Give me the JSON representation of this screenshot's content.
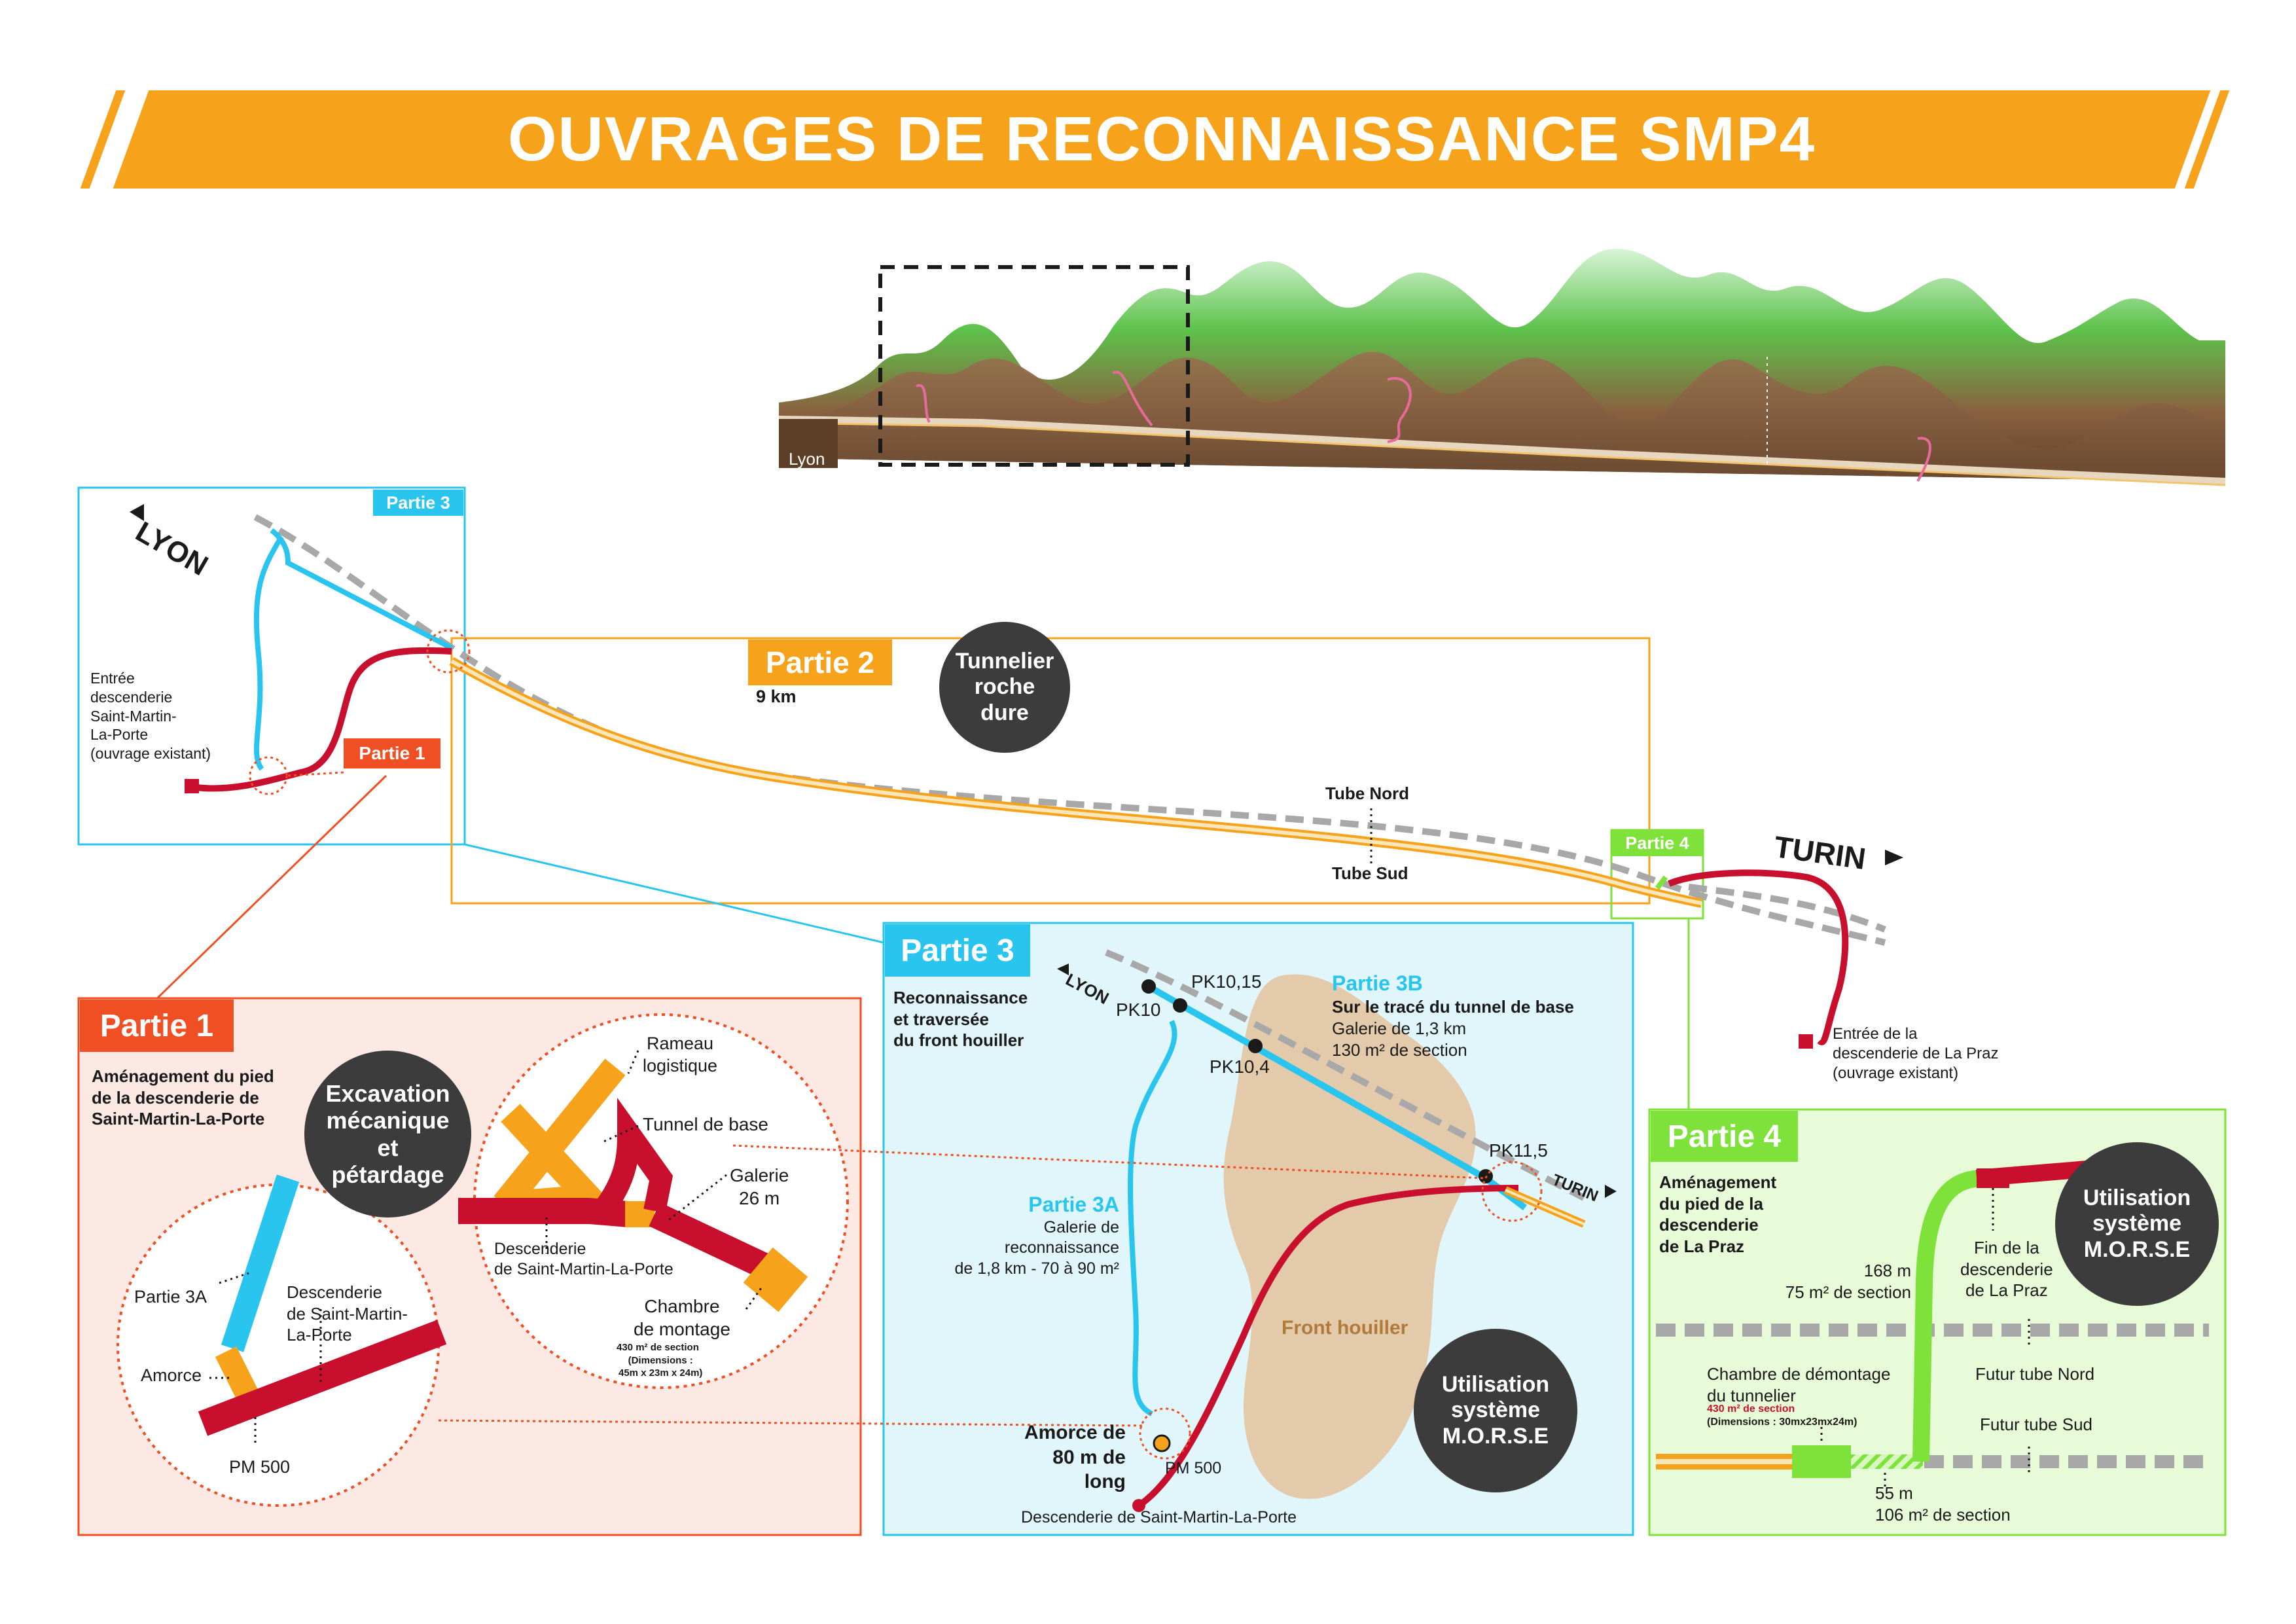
{
  "title": "OUVRAGES DE RECONNAISSANCE SMP4",
  "colors": {
    "orange": "#f7a21b",
    "red": "#c8102e",
    "redorange": "#f04e23",
    "cyan": "#29c5ee",
    "green": "#7ee23a",
    "gray": "#a8a8a8",
    "dark": "#3c3c3c"
  },
  "profile": {
    "lyon_label": "Lyon"
  },
  "overview": {
    "lyon": "LYON",
    "turin": "TURIN",
    "partie3_tag": "Partie 3",
    "partie1_tag": "Partie 1",
    "partie2_tag": "Partie 2",
    "partie2_len": "9 km",
    "tunnelier": "Tunnelier roche dure",
    "tube_nord": "Tube Nord",
    "tube_sud": "Tube Sud",
    "partie4_tag": "Partie 4",
    "entree_smlp": "Entrée\ndescenderie\nSaint-Martin-\nLa-Porte\n(ouvrage existant)",
    "entree_lapraz": "Entrée de la\ndescenderie de La Praz\n(ouvrage existant)"
  },
  "p1": {
    "tag": "Partie 1",
    "desc": "Aménagement du pied\nde la descenderie de\nSaint-Martin-La-Porte",
    "badge": "Excavation mécanique et pétardage",
    "partie3a": "Partie 3A",
    "descenderie": "Descenderie\nde Saint-Martin-\nLa-Porte",
    "amorce": "Amorce",
    "pm500": "PM 500",
    "rameau": "Rameau\nlogistique",
    "tunnel_base": "Tunnel de base",
    "galerie": "Galerie\n26 m",
    "desc_smlp": "Descenderie\nde Saint-Martin-La-Porte",
    "chambre": "Chambre\nde montage",
    "chambre_sec": "430 m² de section",
    "chambre_dim": "(Dimensions :\n45m x 23m x 24m)"
  },
  "p3": {
    "tag": "Partie 3",
    "desc": "Reconnaissance\net traversée\ndu front houiller",
    "lyon": "LYON",
    "pk10": "PK10",
    "pk1015": "PK10,15",
    "pk104": "PK10,4",
    "pk115": "PK11,5",
    "turin": "TURIN",
    "p3b_title": "Partie 3B",
    "p3b_sub": "Sur le tracé du tunnel de base",
    "p3b_text": "Galerie de 1,3 km\n130 m² de section",
    "p3a_title": "Partie 3A",
    "p3a_text": "Galerie de\nreconnaissance\nde 1,8 km - 70 à 90 m²",
    "front": "Front houiller",
    "amorce": "Amorce de\n80 m de long",
    "pm500": "PM 500",
    "descenderie": "Descenderie de Saint-Martin-La-Porte",
    "badge": "Utilisation système M.O.R.S.E"
  },
  "p4": {
    "tag": "Partie 4",
    "desc": "Aménagement\ndu pied de la\ndescenderie\nde La Praz",
    "badge": "Utilisation système M.O.R.S.E",
    "len168": "168 m\n75 m² de section",
    "fin": "Fin de la\ndescenderie\nde La Praz",
    "chambre": "Chambre de démontage\ndu tunnelier",
    "chambre_sec": "430 m² de section",
    "chambre_dim": "(Dimensions : 30mx23mx24m)",
    "futur_nord": "Futur tube Nord",
    "futur_sud": "Futur tube Sud",
    "len55": "55 m\n106 m² de section"
  }
}
